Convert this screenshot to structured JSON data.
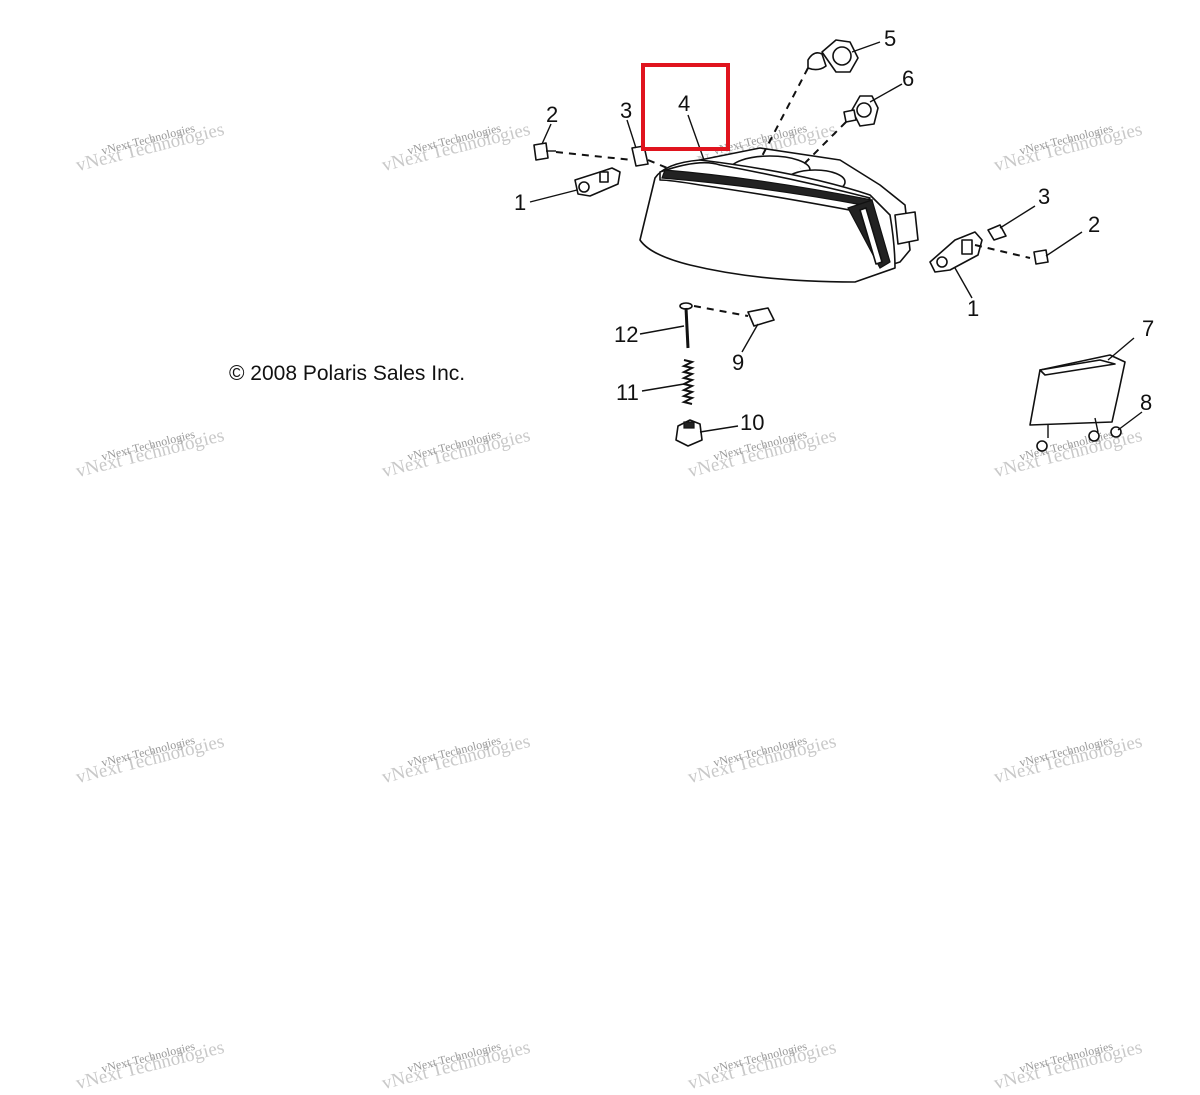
{
  "copyright": "© 2008 Polaris Sales Inc.",
  "watermark": {
    "line1": "vNext Technologies",
    "line2": "vNext Technologies"
  },
  "callouts": {
    "c1_left": "1",
    "c1_right": "1",
    "c2_left": "2",
    "c2_right": "2",
    "c3_left": "3",
    "c3_right": "3",
    "c4": "4",
    "c5": "5",
    "c6": "6",
    "c7": "7",
    "c8": "8",
    "c9": "9",
    "c10": "10",
    "c11": "11",
    "c12": "12"
  },
  "highlight": {
    "label": "4",
    "color": "#e0141e"
  }
}
